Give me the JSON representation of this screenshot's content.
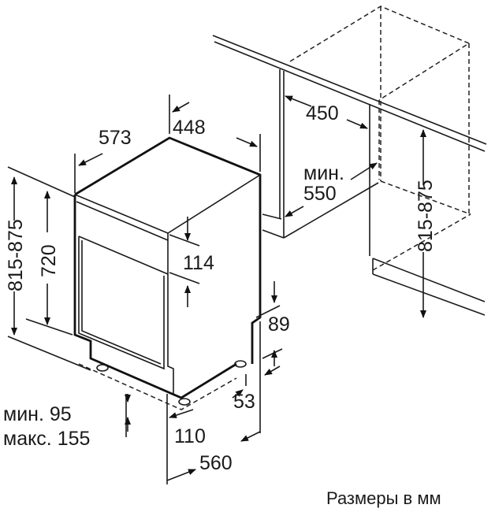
{
  "labels": {
    "depth": "573",
    "width": "448",
    "niche_width": "450",
    "niche_depth_prefix": "мин.",
    "niche_depth": "550",
    "niche_height": "815-875",
    "total_height": "815-875",
    "body_height": "720",
    "panel_height": "114",
    "plinth_height": "89",
    "foot_offset": "53",
    "plinth_min": "мин. 95",
    "plinth_max": "макс. 155",
    "foot_depth": "110",
    "total_depth": "560"
  },
  "caption": "Размеры в мм"
}
